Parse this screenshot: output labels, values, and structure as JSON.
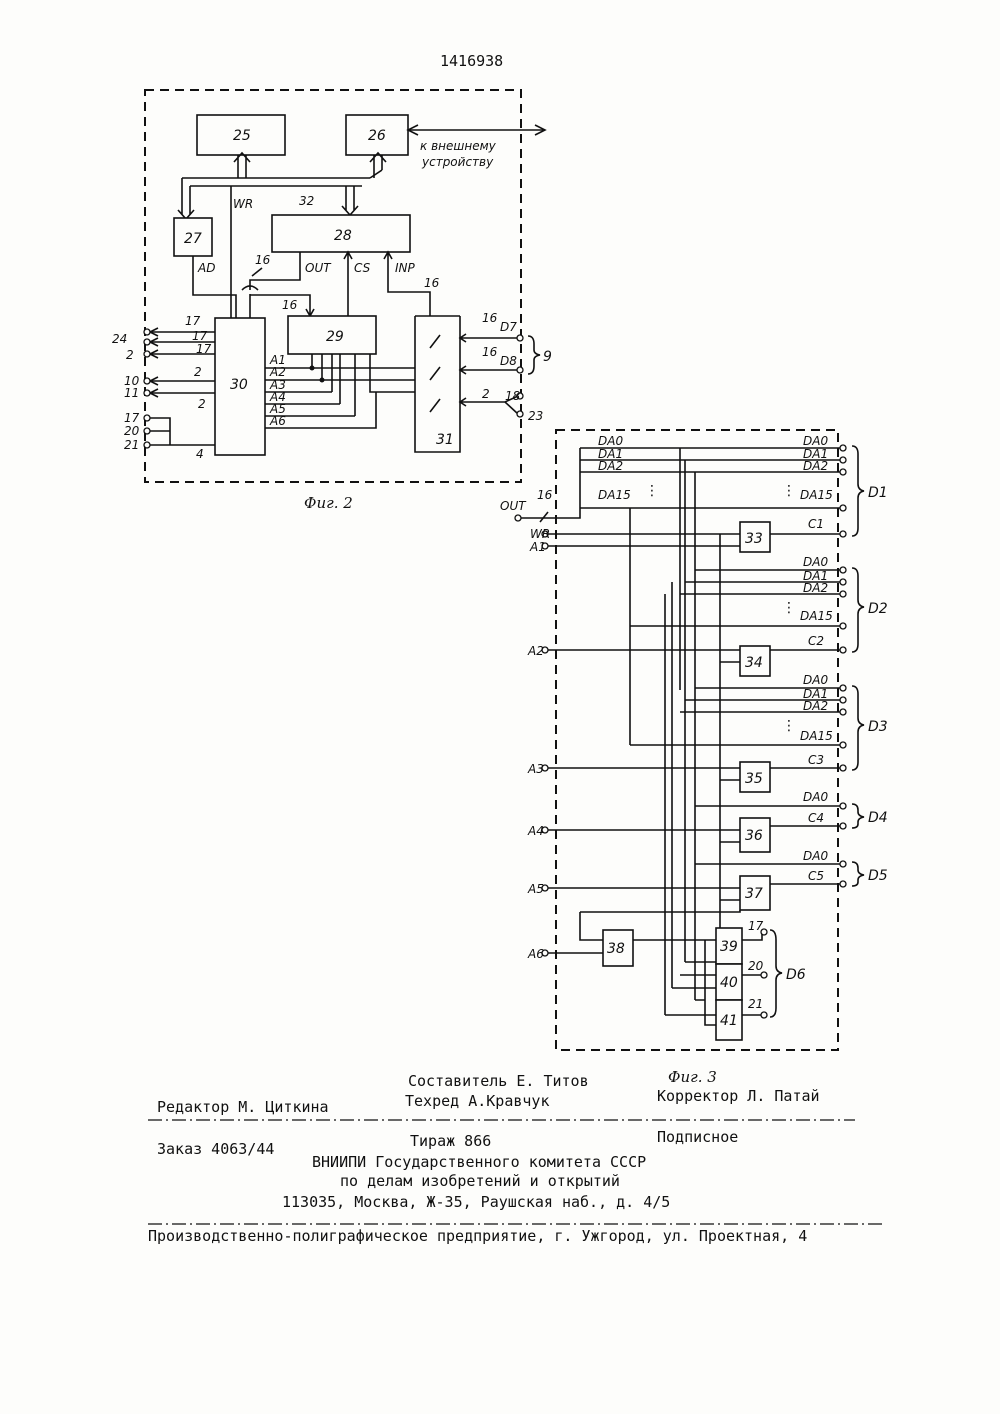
{
  "patent_number": "1416938",
  "fig2": {
    "caption": "Фиг. 2",
    "blocks": {
      "b25": "25",
      "b26": "26",
      "b27": "27",
      "b28": "28",
      "b29": "29",
      "b30": "30",
      "b31": "31"
    },
    "external_label_line1": "к внешнему",
    "external_label_line2": "устройству",
    "signals": {
      "wr": "WR",
      "bus32": "32",
      "ad": "AD",
      "out": "OUT",
      "cs": "CS",
      "inp": "INP"
    },
    "bus_widths": {
      "w16": "16",
      "w17": "17",
      "w2": "2",
      "w4": "4"
    },
    "addr": [
      "A1",
      "A2",
      "A3",
      "A4",
      "A5",
      "A6"
    ],
    "left_pins": [
      "24",
      "2",
      "10",
      "11",
      "17",
      "20",
      "21"
    ],
    "right_pins": {
      "d7": "D7",
      "d8": "D8",
      "p18": "18",
      "p23": "23",
      "group9": "9"
    }
  },
  "fig3": {
    "caption": "Фиг. 3",
    "inputs": {
      "out": "OUT",
      "wr": "WR",
      "a1": "A1",
      "a2": "A2",
      "a3": "A3",
      "a4": "A4",
      "a5": "A5",
      "a6": "A6",
      "w16": "16"
    },
    "blocks": {
      "b33": "33",
      "b34": "34",
      "b35": "35",
      "b36": "36",
      "b37": "37",
      "b38": "38",
      "b39": "39",
      "b40": "40",
      "b41": "41"
    },
    "groups": [
      "D1",
      "D2",
      "D3",
      "D4",
      "D5",
      "D6"
    ],
    "da": {
      "da0": "DA0",
      "da1": "DA1",
      "da2": "DA2",
      "da15": "DA15"
    },
    "c": [
      "C1",
      "C2",
      "C3",
      "C4",
      "C5"
    ],
    "d6_pins": [
      "17",
      "20",
      "21"
    ],
    "dots": "⋮"
  },
  "footer": {
    "compiler": "Составитель Е. Титов",
    "editor": "Редактор М. Циткина",
    "techred": "Техред А.Кравчук",
    "corrector": "Корректор Л. Патай",
    "order": "Заказ 4063/44",
    "circulation": "Тираж 866",
    "subscription": "Подписное",
    "org1": "ВНИИПИ Государственного комитета СССР",
    "org2": "по делам изобретений и открытий",
    "address": "113035, Москва, Ж-35, Раушская наб., д. 4/5",
    "printer": "Производственно-полиграфическое предприятие, г. Ужгород, ул. Проектная, 4"
  }
}
